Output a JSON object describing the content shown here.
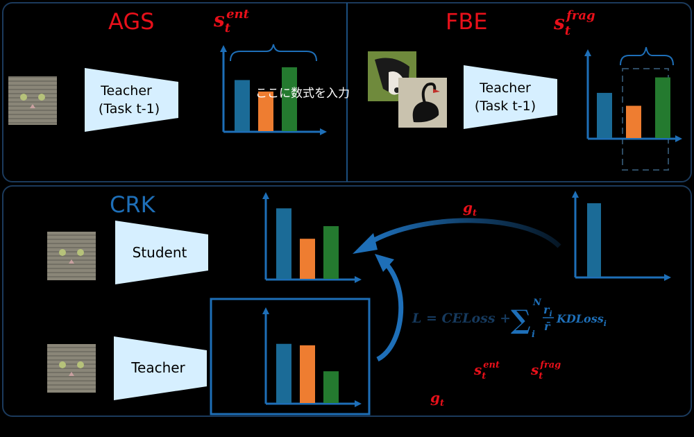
{
  "panels": {
    "ags": {
      "title": "AGS",
      "teacher_line1": "Teacher",
      "teacher_line2": "(Task t-1)",
      "score_base": "s",
      "score_sub": "t",
      "score_sup": "ent",
      "overlay_text": "ここに数式を入力"
    },
    "fbe": {
      "title": "FBE",
      "teacher_line1": "Teacher",
      "teacher_line2": "(Task t-1)",
      "score_base": "s",
      "score_sub": "t",
      "score_sup": "frag"
    },
    "crk": {
      "title": "CRK",
      "student_label": "Student",
      "teacher_label": "Teacher",
      "gt_base": "g",
      "gt_sub": "t",
      "formula": {
        "lhs": "L = CELoss + ",
        "sum": "∑",
        "sum_sub": "i",
        "sum_sup": "N",
        "frac_num": "r",
        "frac_num_sub": "i",
        "frac_den": "r̄",
        "kd": "KDLoss",
        "kd_sub": "i"
      },
      "legend": {
        "s_ent_base": "s",
        "s_ent_sub": "t",
        "s_ent_sup": "ent",
        "s_frag_base": "s",
        "s_frag_sub": "t",
        "s_frag_sup": "frag",
        "g_base": "g",
        "g_sub": "t"
      }
    }
  },
  "colors": {
    "title_red": "#e8101a",
    "title_blue": "#1e6fb8",
    "bar_blue": "#1b6b97",
    "bar_orange": "#ee7d31",
    "bar_green": "#247a2f",
    "trapezoid": "#d6efff",
    "axis": "#1e6fb8"
  },
  "charts": {
    "ags": [
      0.8,
      0.62,
      1.0
    ],
    "fbe": [
      0.7,
      0.5,
      0.94
    ],
    "crk_student": [
      0.95,
      0.54,
      0.71
    ],
    "crk_teacher": [
      0.82,
      0.8,
      0.44
    ],
    "crk_gt": [
      1.0
    ]
  }
}
